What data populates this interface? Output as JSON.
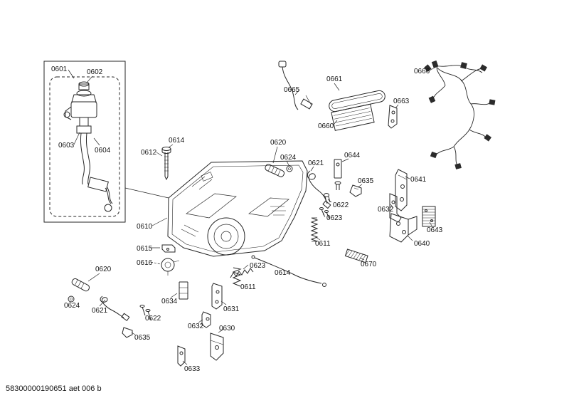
{
  "colors": {
    "line": "#262626",
    "background": "#ffffff"
  },
  "footer": {
    "code": "58300000190651 aet 006 b"
  },
  "parts": [
    {
      "label": "0601"
    },
    {
      "label": "0602"
    },
    {
      "label": "0603"
    },
    {
      "label": "0604"
    },
    {
      "label": "0614"
    },
    {
      "label": "0612"
    },
    {
      "label": "0620"
    },
    {
      "label": "0624"
    },
    {
      "label": "0621"
    },
    {
      "label": "0644"
    },
    {
      "label": "0635"
    },
    {
      "label": "0622"
    },
    {
      "label": "0623"
    },
    {
      "label": "0665"
    },
    {
      "label": "0661"
    },
    {
      "label": "0660"
    },
    {
      "label": "0663"
    },
    {
      "label": "0666"
    },
    {
      "label": "0641"
    },
    {
      "label": "0632"
    },
    {
      "label": "0643"
    },
    {
      "label": "0640"
    },
    {
      "label": "0610"
    },
    {
      "label": "0611"
    },
    {
      "label": "0615"
    },
    {
      "label": "0616"
    },
    {
      "label": "0620"
    },
    {
      "label": "0623"
    },
    {
      "label": "0614"
    },
    {
      "label": "0611"
    },
    {
      "label": "0624"
    },
    {
      "label": "0621"
    },
    {
      "label": "0622"
    },
    {
      "label": "0634"
    },
    {
      "label": "0631"
    },
    {
      "label": "0635"
    },
    {
      "label": "0632"
    },
    {
      "label": "0630"
    },
    {
      "label": "0633"
    },
    {
      "label": "0670"
    }
  ]
}
